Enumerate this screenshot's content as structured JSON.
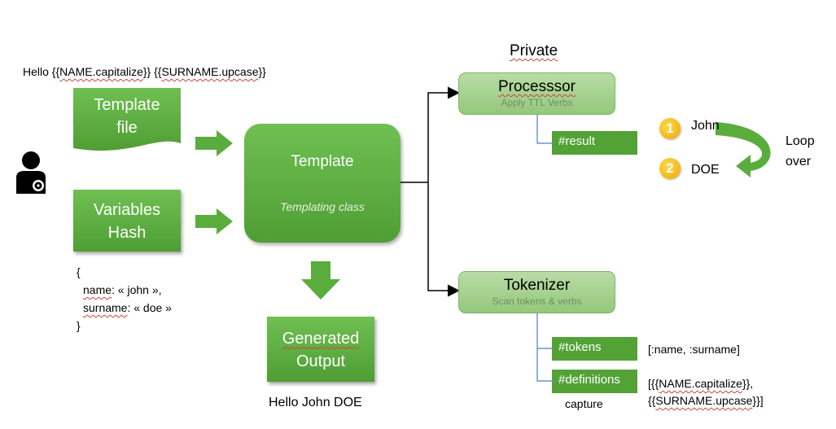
{
  "header_label": "Private",
  "template_string": {
    "prefix": "Hello {{",
    "name": "NAME.capitalize",
    "mid": "}} {{",
    "surname": "SURNAME.upcase",
    "suffix": "}}"
  },
  "template_file": {
    "line1": "Template",
    "line2": "file"
  },
  "variables_hash": {
    "line1": "Variables",
    "line2": "Hash"
  },
  "hash_literal": {
    "open": "{",
    "name_key": "name",
    "name_rest": ": « john »,",
    "surname_key": "surname",
    "surname_rest": ": « doe »",
    "close": "}"
  },
  "template": {
    "title": "Template",
    "subtitle": "Templating class"
  },
  "generated_output": {
    "line1": "Generated",
    "line2": "Output",
    "result": "Hello John DOE"
  },
  "processor": {
    "title": "Processsor",
    "subtitle": "Apply TTL Verbs",
    "result_tag": "#result"
  },
  "loop": {
    "items": [
      {
        "number": "1",
        "label": "John"
      },
      {
        "number": "2",
        "label": "DOE"
      }
    ],
    "label_line1": "Loop",
    "label_line2": "over"
  },
  "tokenizer": {
    "title": "Tokenizer",
    "subtitle": "Scan tokens & verbs",
    "tokens_tag": "#tokens",
    "tokens_value": "[:name, :surname]",
    "definitions_tag": "#definitions",
    "definitions_line1_prefix": "[{{",
    "definitions_line1_token": "NAME.capitalize",
    "definitions_line1_suffix": "}},",
    "definitions_line2_prefix": "{{",
    "definitions_line2_token": "SURNAME.upcase",
    "definitions_line2_suffix": "}}]",
    "capture_label": "capture"
  },
  "colors": {
    "green_dark": "#4f9e34",
    "green_light": "#a9d491",
    "tag_green": "#52a236",
    "badge": "#f5b800"
  }
}
